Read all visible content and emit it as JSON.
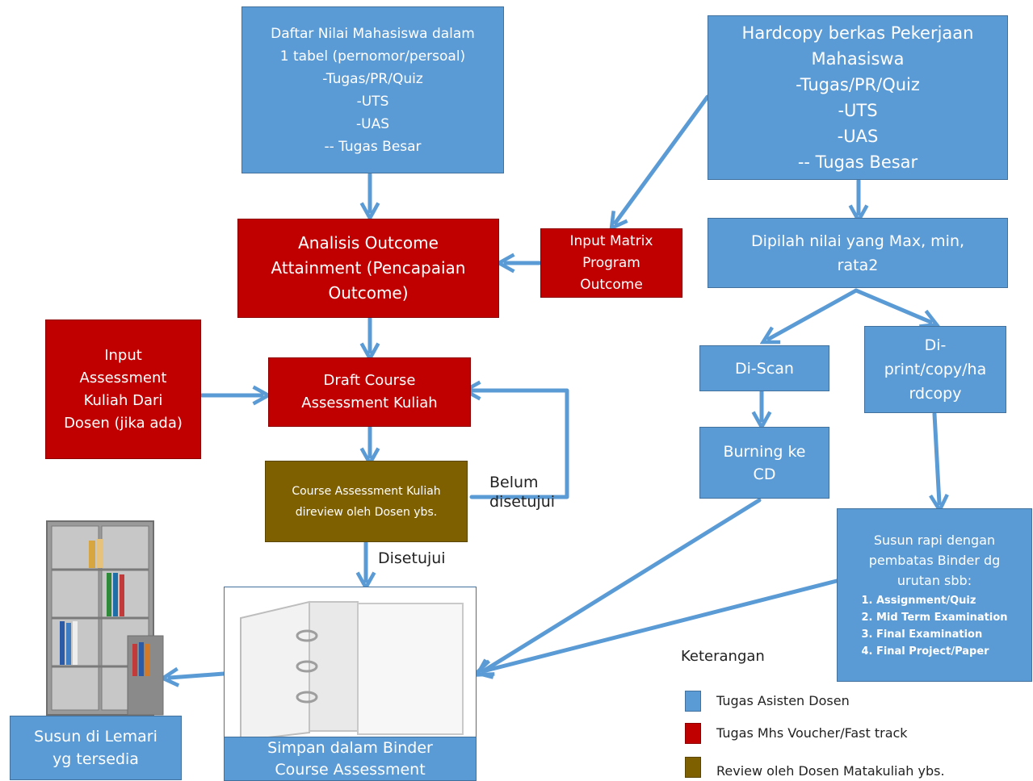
{
  "colors": {
    "asisten_blue": "#5b9bd5",
    "mhs_red": "#c00000",
    "review_olive": "#7f6000",
    "arrow": "#5b9bd5"
  },
  "nodes": {
    "daftar_nilai": [
      "Daftar Nilai Mahasiswa dalam",
      "1 tabel (pernomor/persoal)",
      "-Tugas/PR/Quiz",
      "-UTS",
      "-UAS",
      "-- Tugas Besar"
    ],
    "hardcopy": [
      "Hardcopy berkas Pekerjaan",
      "Mahasiswa",
      "-Tugas/PR/Quiz",
      "-UTS",
      "-UAS",
      "-- Tugas Besar"
    ],
    "analisis": [
      "Analisis Outcome",
      "Attainment (Pencapaian",
      "Outcome)"
    ],
    "input_matrix": [
      "Input Matrix",
      "Program",
      "Outcome"
    ],
    "dipilah": [
      "Dipilah nilai yang Max, min,",
      "rata2"
    ],
    "input_assessment": [
      "Input",
      "Assessment",
      "Kuliah Dari",
      "Dosen (jika ada)"
    ],
    "draft": [
      "Draft Course",
      "Assessment Kuliah"
    ],
    "discan": [
      "Di-Scan"
    ],
    "diprint": [
      "Di-",
      "print/copy/ha",
      "rdcopy"
    ],
    "review": [
      "Course Assessment Kuliah",
      "direview oleh Dosen ybs."
    ],
    "burning": [
      "Burning ke",
      "CD"
    ],
    "susun_rapi": {
      "lines": [
        "Susun rapi dengan",
        "pembatas Binder dg",
        "urutan sbb:"
      ],
      "items": [
        "1.      Assignment/Quiz",
        "2.      Mid Term Examination",
        "3.      Final Examination",
        "4.      Final Project/Paper"
      ]
    },
    "simpan": [
      "Simpan dalam Binder",
      "Course Assessment"
    ],
    "susun_lemari": [
      "Susun di Lemari",
      "yg tersedia"
    ]
  },
  "labels": {
    "belum": [
      "Belum",
      "disetujui"
    ],
    "disetujui": "Disetujui"
  },
  "legend": {
    "title": "Keterangan",
    "items": [
      {
        "label": "Tugas Asisten Dosen",
        "color": "#5b9bd5"
      },
      {
        "label": "Tugas Mhs Voucher/Fast track",
        "color": "#c00000"
      },
      {
        "label": "Review oleh Dosen  Matakuliah ybs.",
        "color": "#7f6000"
      }
    ]
  }
}
